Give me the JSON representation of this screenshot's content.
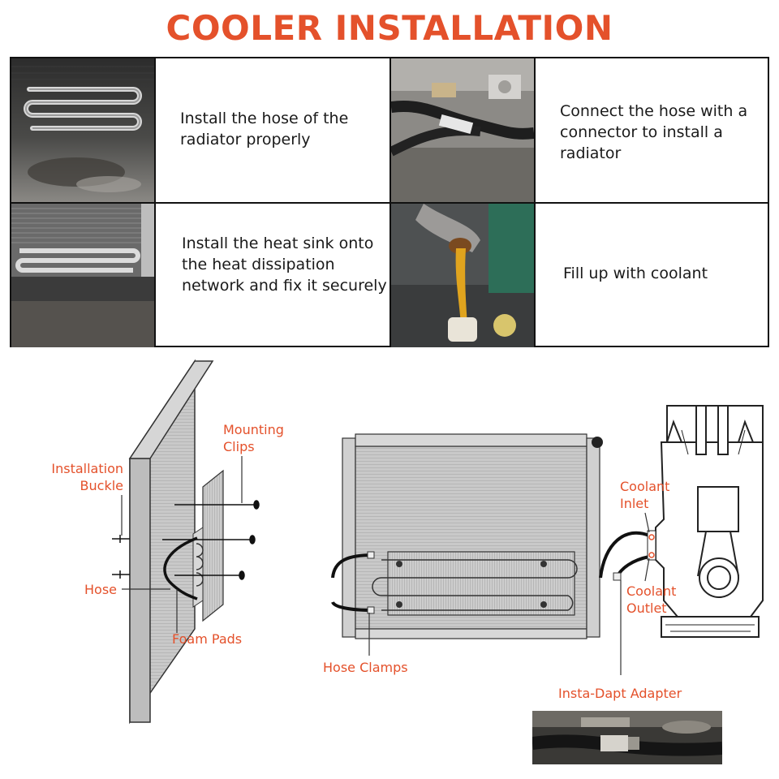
{
  "title": "COOLER INSTALLATION",
  "steps": [
    {
      "text": "Install the hose of the radiator properly"
    },
    {
      "text": "Connect the hose with a connector to install a radiator"
    },
    {
      "text": "Install the heat sink onto the heat dissipation network and fix it securely"
    },
    {
      "text": "Fill up with coolant"
    }
  ],
  "labels": {
    "mounting_clips_1": "Mounting",
    "mounting_clips_2": "Clips",
    "installation_buckle_1": "Installation",
    "installation_buckle_2": "Buckle",
    "hose": "Hose",
    "foam_pads": "Foam Pads",
    "coolant_inlet_1": "Coolant",
    "coolant_inlet_2": "Inlet",
    "coolant_outlet_1": "Coolant",
    "coolant_outlet_2": "Outlet",
    "hose_clamps": "Hose Clamps",
    "adapter": "Insta-Dapt Adapter"
  },
  "colors": {
    "accent": "#e4512b",
    "border": "#111111"
  }
}
